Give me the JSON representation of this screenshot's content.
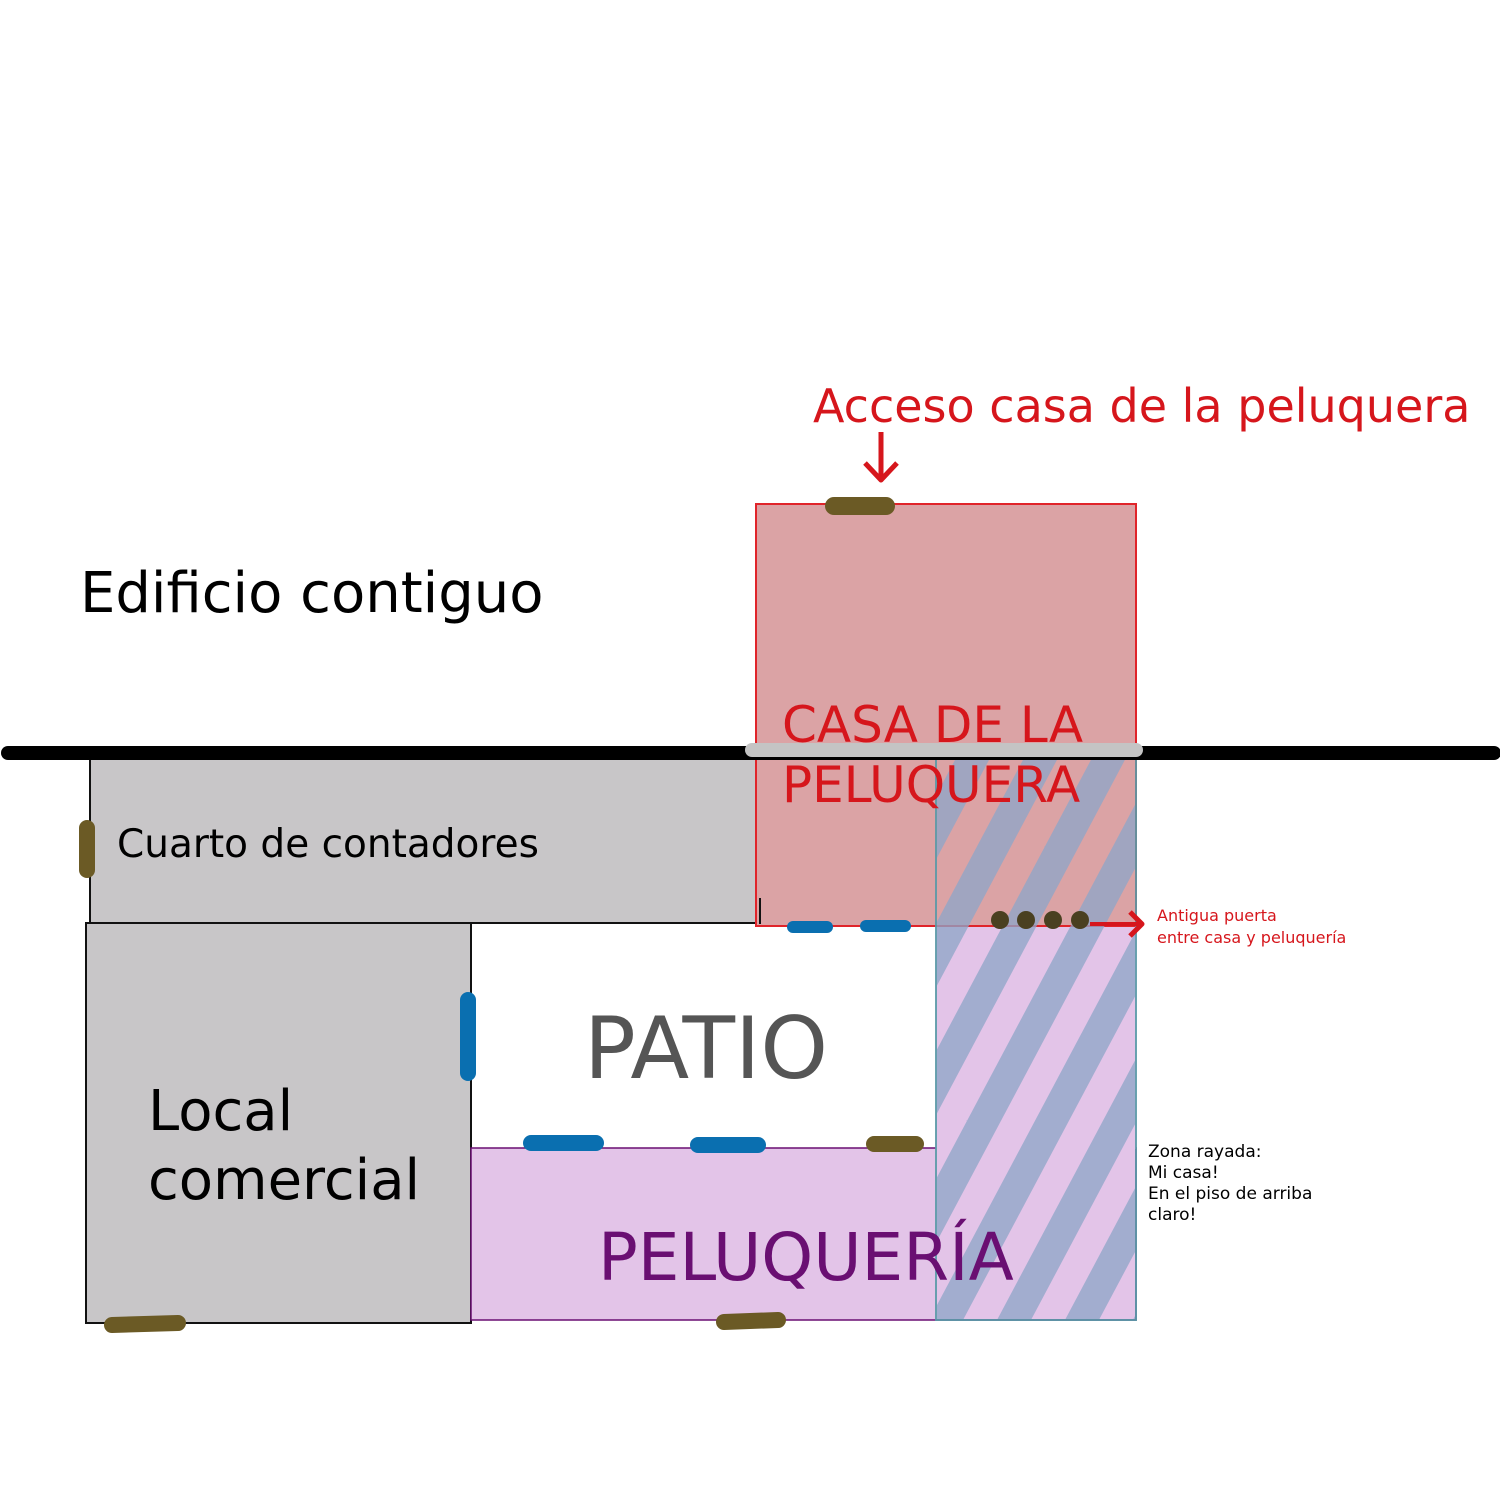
{
  "labels": {
    "acceso": "Acceso casa de la peluquera",
    "edificio": "Edificio contiguo",
    "casa_line1": "CASA DE LA",
    "casa_line2": "PELUQUERA",
    "cuarto": "Cuarto de contadores",
    "patio": "PATIO",
    "local_line1": "Local",
    "local_line2": "comercial",
    "peluqueria": "PELUQUERÍA",
    "antigua_line1": "Antigua puerta",
    "antigua_line2": "entre casa y peluquería",
    "zona_line1": "Zona rayada:",
    "zona_line2": "Mi casa!",
    "zona_line3": "En el piso de arriba",
    "zona_line4": "claro!"
  },
  "colors": {
    "door": "#6b5a25",
    "window": "#0a6fb0",
    "casa_fill": "#dba3a5",
    "casa_stroke": "#e0242a",
    "room_gray": "#c8c6c8",
    "peluqueria_fill": "#e3c4e8",
    "peluqueria_text": "#6a0f72",
    "stripe": "#8ea6c8",
    "accent_red": "#d6161c",
    "wall": "#000000"
  }
}
